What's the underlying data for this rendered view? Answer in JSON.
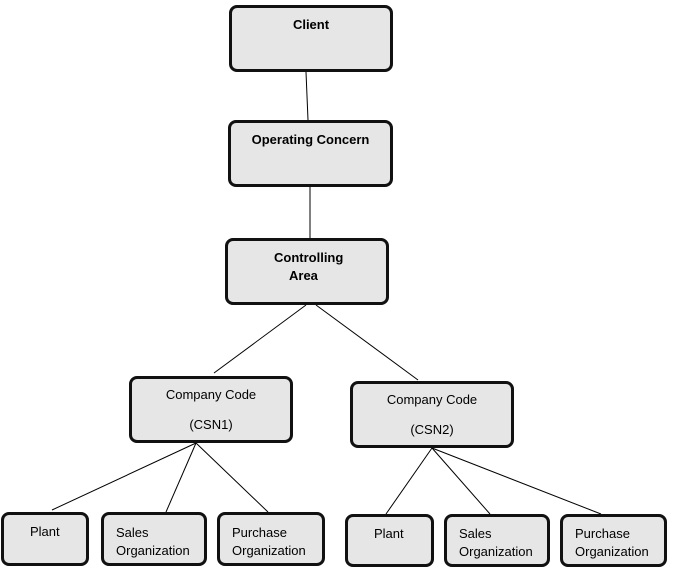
{
  "diagram": {
    "client": "Client",
    "operating_concern": "Operating Concern",
    "controlling_area": {
      "line1": "Controlling",
      "line2": "Area"
    },
    "company_code_1": {
      "line1": "Company Code",
      "line2": "(CSN1)",
      "plant": "Plant",
      "sales_org": {
        "line1": "Sales",
        "line2": "Organization"
      },
      "purchase_org": {
        "line1": "Purchase",
        "line2": "Organization"
      }
    },
    "company_code_2": {
      "line1": "Company Code",
      "line2": "(CSN2)",
      "plant": "Plant",
      "sales_org": {
        "line1": "Sales",
        "line2": "Organization"
      },
      "purchase_org": {
        "line1": "Purchase",
        "line2": "Organization"
      }
    }
  }
}
